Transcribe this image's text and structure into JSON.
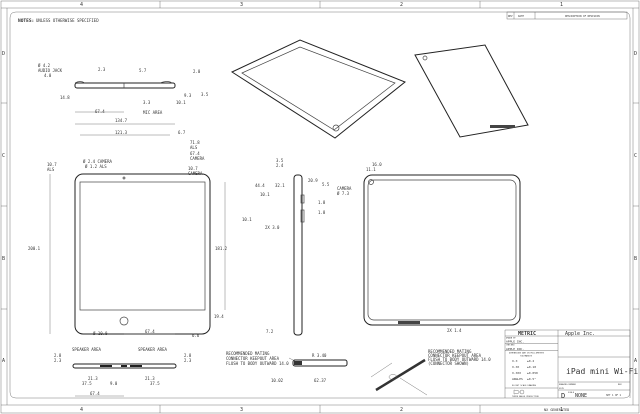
{
  "zones": {
    "cols": [
      "4",
      "3",
      "2",
      "1"
    ],
    "rows": [
      "D",
      "C",
      "B",
      "A"
    ]
  },
  "notes": {
    "label": "NOTES:",
    "text": "UNLESS OTHERWISE SPECIFIED"
  },
  "revision": {
    "rev": "REV",
    "date": "DATE",
    "desc": "DESCRIPTION OF REVISION"
  },
  "top_view": {
    "audio": "Ø 4.2",
    "audio_label": "AUDIO JACK",
    "d1": "4.0",
    "d2": "2.3",
    "d3": "5.7",
    "d4": "2.0",
    "d5": "14.8",
    "d6": "3.3",
    "d7": "9.3",
    "d8": "3.5",
    "d9": "10.1",
    "d10": "67.4",
    "mic": "MIC AREA"
  },
  "front_view": {
    "width": "134.7",
    "w2": "121.3",
    "d1": "6.7",
    "d2": "71.8",
    "d2l": "ALS",
    "d3": "67.4",
    "d3l": "CAMERA",
    "cam": "Ø 2.4 CAMERA",
    "als": "Ø 1.2 ALS",
    "left": "10.7",
    "leftl": "ALS",
    "right": "10.7",
    "rightl": "CAMERA",
    "height": "200.1",
    "h2": "181.2",
    "b1": "19.4",
    "b2": "6.6",
    "home": "Ø 10.0",
    "b3": "67.4"
  },
  "bottom_view": {
    "spk1": "SPEAKER AREA",
    "spk2": "SPEAKER AREA",
    "a": "2.8",
    "b": "2.3",
    "c": "2.8",
    "d": "2.3",
    "e": "21.3",
    "f": "37.5",
    "g": "9.0",
    "h": "21.3",
    "i": "37.5",
    "j": "67.4"
  },
  "side_view": {
    "a": "3.5",
    "b": "2.4",
    "c": "44.4",
    "d": "32.1",
    "e": "20.9",
    "f": "5.5",
    "g": "10.1",
    "h": "1.8",
    "i": "1.8",
    "j": "10.1",
    "k": "2X 3.0",
    "l": "7.2"
  },
  "back_view": {
    "a": "16.0",
    "b": "11.1",
    "cam": "CAMERA",
    "camd": "Ø 7.3",
    "c": "2X 1.4"
  },
  "connector": {
    "note1": "RECOMMENDED MATING",
    "note2": "CONNECTOR KEEPOUT AREA",
    "note3": "FLUSH TO BODY OUTWARD 14.0",
    "r": "R 3.40",
    "a": "10.02",
    "b": "62.37"
  },
  "connector_detail": {
    "note1": "RECOMMENDED MATING",
    "note2": "CONNECTOR KEEPOUT AREA",
    "note3": "FLUSH TO BODY OUTWARD 14.0",
    "note4": "(CONNECTOR SHOWN)"
  },
  "title_block": {
    "metric": "METRIC",
    "company": "Apple Inc.",
    "drawn_label": "DRAWN BY",
    "drawn": "APPLE INC.",
    "checked_label": "CHECKED",
    "checked": "APPLE INC.",
    "dims_note": "DIMENSIONS ARE IN MILLIMETERS",
    "tol_label": "TOLERANCES",
    "tol": [
      [
        "X.X",
        "±0.2"
      ],
      [
        "X.XX",
        "±0.10"
      ],
      [
        "X.XXX",
        "±0.050"
      ],
      [
        "ANGLES",
        "±0.5°"
      ]
    ],
    "noscale": "DO NOT SCALE DRAWING",
    "projection": "THIRD ANGLE PROJECTION",
    "title": "iPad mini Wi-Fi",
    "size_label": "SIZE",
    "size": "D",
    "scale_label": "SCALE",
    "scale": "NONE",
    "sheet": "SHT 1 OF 1",
    "drawing_no": "DRAWING NUMBER",
    "rev": "REV",
    "generated": "NX GENERATED"
  }
}
